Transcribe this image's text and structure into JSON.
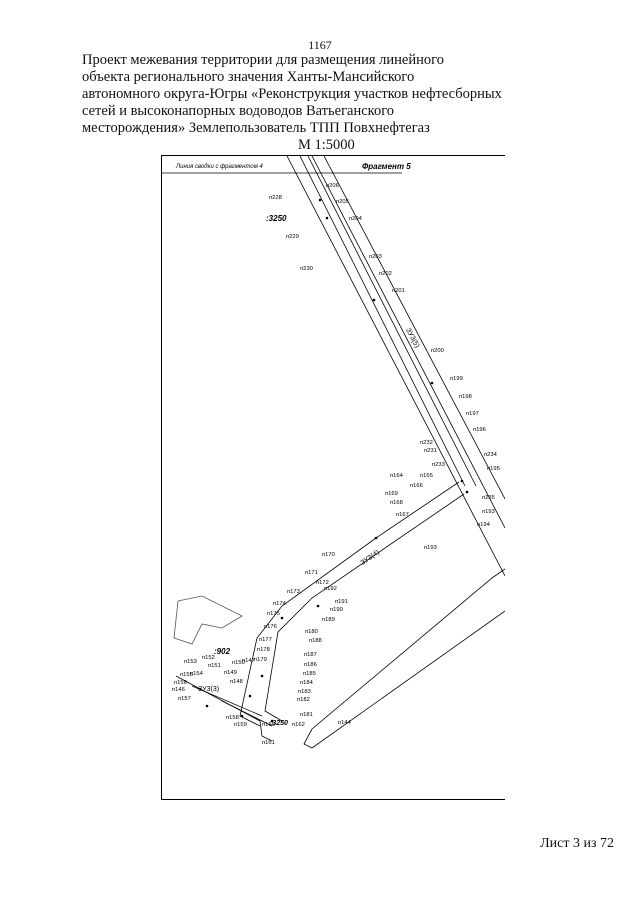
{
  "page_number": "1167",
  "title_lines": [
    "Проект межевания территории для размещения линейного",
    "объекта регионального значения Ханты-Мансийского",
    "автономного округа-Югры «Реконструкция участков нефтесборных",
    "сетей и высоконапорных водоводов Ватьеганского",
    "месторождения» Землепользователь ТПП Повхнефтегаз"
  ],
  "scale": "М 1:5000",
  "map": {
    "join_line_label": "Линия сводки с фрагментом 4",
    "fragment_label": "Фрагмент 5",
    "parcel_labels": [
      ":3250",
      ":902",
      ":3250"
    ],
    "zone_labels": [
      "ЗУ3(5)",
      "ЗУ3(4)",
      "ЗУ3(3)"
    ],
    "points_upper": [
      "п206",
      "п205",
      "п204",
      "п228",
      "п229",
      "п230",
      "п203",
      "п202",
      "п201",
      "п200",
      "п199",
      "п198",
      "п197",
      "п196",
      "п232",
      "п231",
      "п233",
      "п234",
      "п195",
      "п235",
      "п193",
      "п194"
    ],
    "points_middle": [
      "п164",
      "п165",
      "п166",
      "п169",
      "п168",
      "п167",
      "п170",
      "п193",
      "п171",
      "п172",
      "п173",
      "п192",
      "п191",
      "п174",
      "п190",
      "п175",
      "п189",
      "п176",
      "п180",
      "п177",
      "п188",
      "п178",
      "п187",
      "п179",
      "п186",
      "п185",
      "п184",
      "п183",
      "п182",
      "п181"
    ],
    "points_lower": [
      "п153",
      "п152",
      "п151",
      "п150",
      "п147",
      "п149",
      "п148",
      "п154",
      "п155",
      "п156",
      "п146",
      "п157",
      "п158",
      "п159",
      "п160",
      "п162",
      "п144",
      "п161"
    ]
  },
  "sheet_label": "Лист 3 из 72"
}
